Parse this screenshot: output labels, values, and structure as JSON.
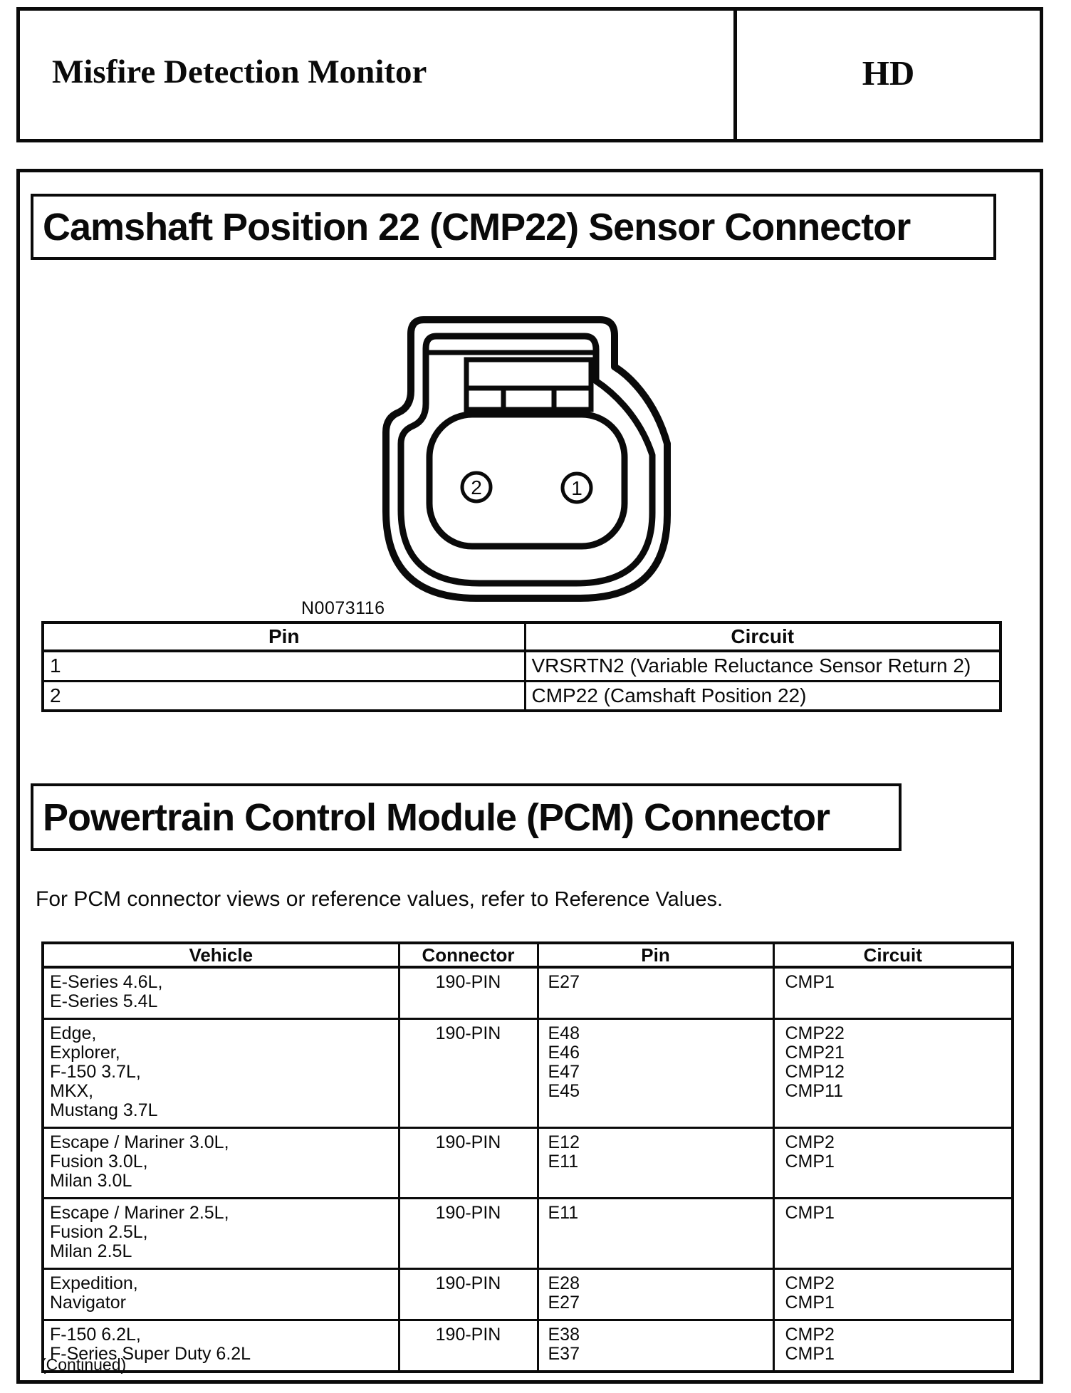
{
  "header": {
    "title": "Misfire Detection Monitor",
    "code": "HD"
  },
  "section1": {
    "title": "Camshaft Position 22 (CMP22) Sensor Connector",
    "figure": {
      "caption": "N0073116",
      "pin_labels": [
        "2",
        "1"
      ]
    },
    "pin_table": {
      "headers": [
        "Pin",
        "Circuit"
      ],
      "rows": [
        [
          "1",
          "VRSRTN2 (Variable Reluctance Sensor Return 2)"
        ],
        [
          "2",
          "CMP22 (Camshaft Position 22)"
        ]
      ]
    }
  },
  "section2": {
    "title": "Powertrain Control Module (PCM) Connector",
    "intro_prefix": "For PCM connector views or reference values, refer to ",
    "intro_link": "Reference Values.",
    "vehicle_table": {
      "headers": [
        "Vehicle",
        "Connector",
        "Pin",
        "Circuit"
      ],
      "rows": [
        {
          "vehicle": [
            "E-Series 4.6L,",
            "E-Series 5.4L"
          ],
          "connector": "190-PIN",
          "pins": [
            "E27"
          ],
          "circuits": [
            "CMP1"
          ]
        },
        {
          "vehicle": [
            "Edge,",
            "Explorer,",
            "F-150 3.7L,",
            "MKX,",
            "Mustang 3.7L"
          ],
          "connector": "190-PIN",
          "pins": [
            "E48",
            "E46",
            "E47",
            "E45"
          ],
          "circuits": [
            "CMP22",
            "CMP21",
            "CMP12",
            "CMP11"
          ]
        },
        {
          "vehicle": [
            "Escape / Mariner 3.0L,",
            "Fusion 3.0L,",
            "Milan 3.0L"
          ],
          "connector": "190-PIN",
          "pins": [
            "E12",
            "E11"
          ],
          "circuits": [
            "CMP2",
            "CMP1"
          ]
        },
        {
          "vehicle": [
            "Escape / Mariner 2.5L,",
            "Fusion 2.5L,",
            "Milan 2.5L"
          ],
          "connector": "190-PIN",
          "pins": [
            "E11"
          ],
          "circuits": [
            "CMP1"
          ]
        },
        {
          "vehicle": [
            "Expedition,",
            "Navigator"
          ],
          "connector": "190-PIN",
          "pins": [
            "E28",
            "E27"
          ],
          "circuits": [
            "CMP2",
            "CMP1"
          ]
        },
        {
          "vehicle": [
            "F-150 6.2L,",
            "F-Series Super Duty 6.2L"
          ],
          "connector": "190-PIN",
          "pins": [
            "E38",
            "E37"
          ],
          "circuits": [
            "CMP2",
            "CMP1"
          ]
        }
      ]
    },
    "continued": "(Continued)"
  }
}
